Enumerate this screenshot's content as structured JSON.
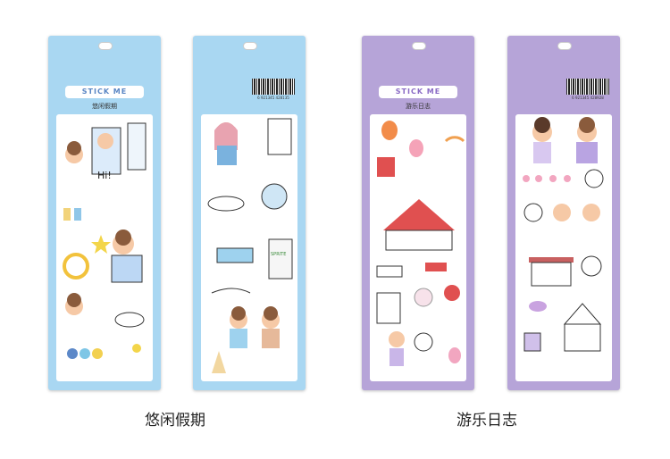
{
  "products": [
    {
      "banner": "STICK ME",
      "subtitle": "悠闲假期",
      "caption": "悠闲假期",
      "color": "#a9d7f2"
    },
    {
      "banner": "STICK ME",
      "subtitle": "游乐日志",
      "caption": "游乐日志",
      "color": "#b6a4d8"
    }
  ],
  "stickers": {
    "hi_text": "Hi!",
    "sprite_text": "SPRITE"
  },
  "back": {
    "barcode_number": "6 921345 428135",
    "barcode_number_2": "6 921345 428928"
  }
}
